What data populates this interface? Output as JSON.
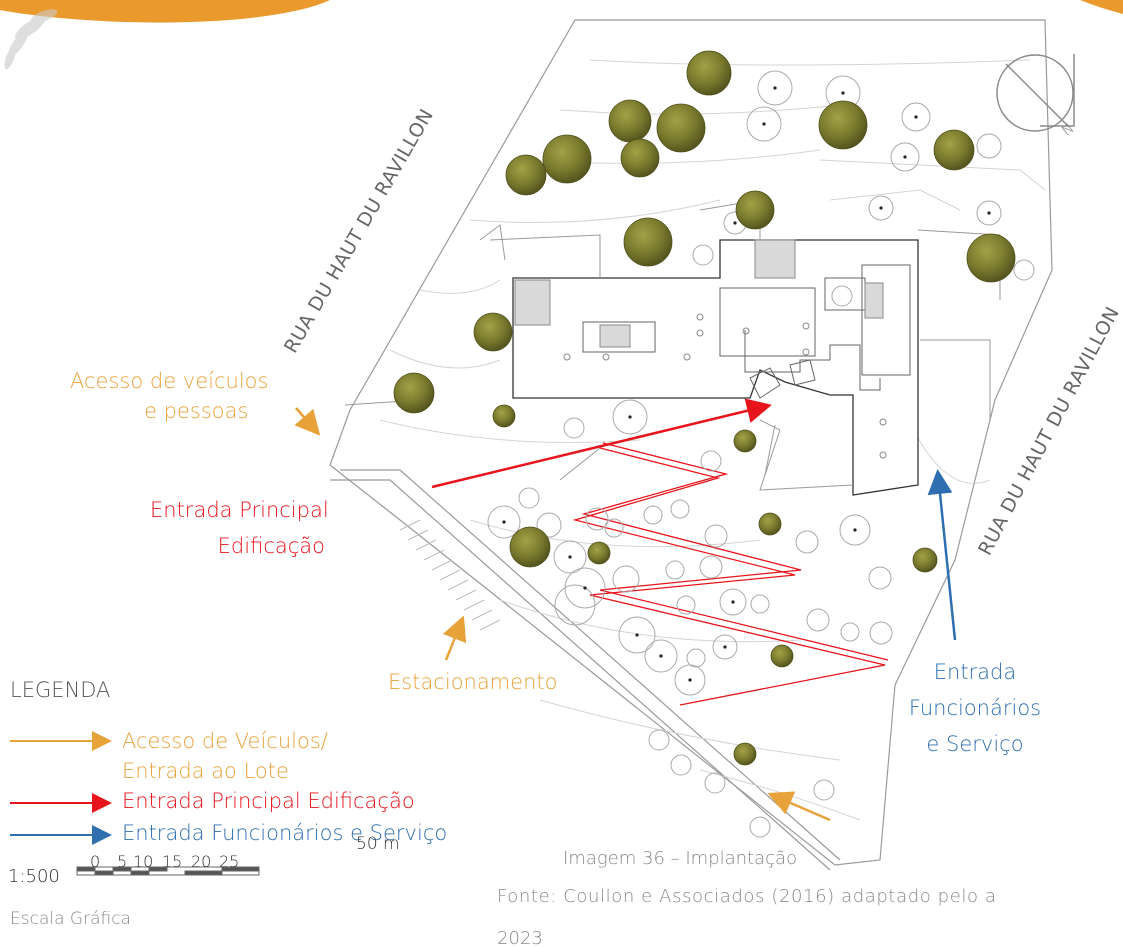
{
  "streets": {
    "left": "RUA DU HAUT DU RAVILLON",
    "right": "RUA DU HAUT DU RAVILLON"
  },
  "annotations": {
    "vehicle_access": [
      "Acesso de veículos",
      "e pessoas"
    ],
    "main_entrance": [
      "Entrada Principal",
      "Edificação"
    ],
    "parking": "Estacionamento",
    "staff_entrance": [
      "Entrada",
      "Funcionários",
      "e Serviço"
    ]
  },
  "legend": {
    "title": "LEGENDA",
    "items": [
      {
        "lines": [
          "Acesso de Veículos/",
          "Entrada ao Lote"
        ],
        "color": "#E8A23A"
      },
      {
        "lines": [
          "Entrada Principal Edificação"
        ],
        "color": "#E8141C"
      },
      {
        "lines": [
          "Entrada Funcionários e Serviço"
        ],
        "color": "#2F6FB0"
      }
    ]
  },
  "scale": {
    "ratio": "1:500",
    "ticks": [
      "0",
      "5",
      "10",
      "15",
      "20",
      "25"
    ],
    "end_label": "50 m",
    "caption": "Escala Gráfica"
  },
  "compass": {
    "north": "N"
  },
  "caption": {
    "title": "Imagem 36 – Implantação",
    "source": "Fonte: Coullon e Associados (2016) adaptado pelo a",
    "year": "2023"
  },
  "colors": {
    "orange": "#E8A23A",
    "red": "#E8141C",
    "blue": "#2F6FB0",
    "tree": "#7A7A2E"
  }
}
